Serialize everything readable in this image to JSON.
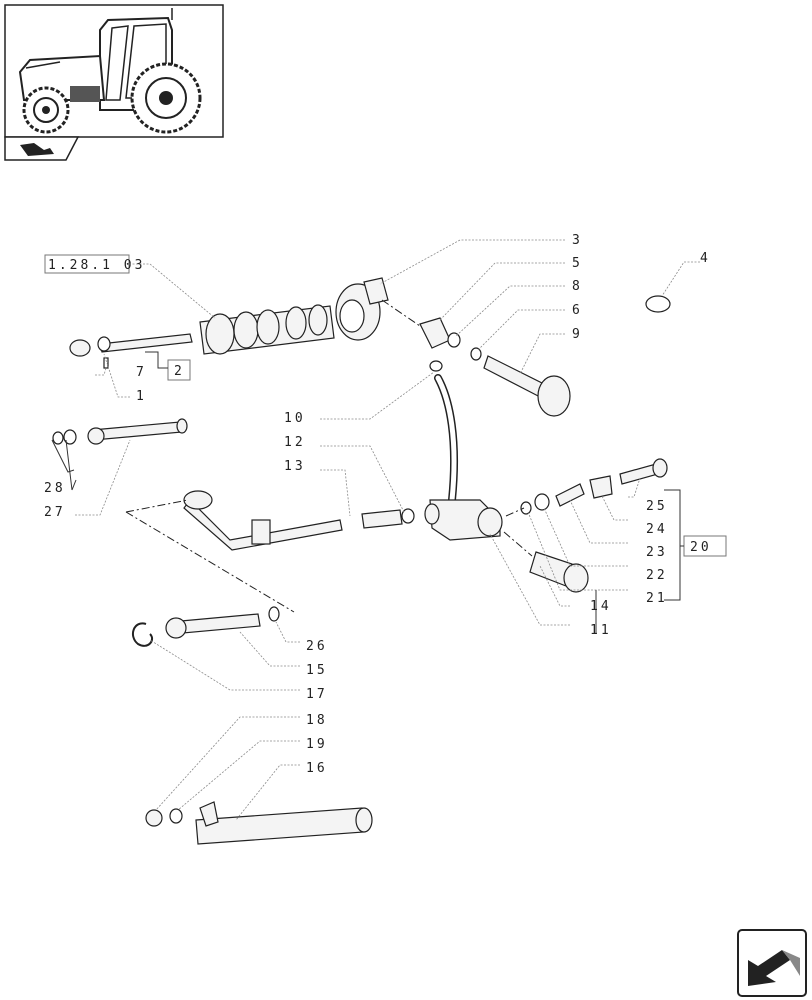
{
  "references": {
    "ref_main": "1.28.1 03",
    "ref_2": "2",
    "ref_20": "20"
  },
  "callouts": {
    "c1": "1",
    "c3": "3",
    "c4": "4",
    "c5": "5",
    "c6": "6",
    "c7": "7",
    "c8": "8",
    "c9": "9",
    "c10": "10",
    "c11": "11",
    "c12": "12",
    "c13": "13",
    "c14": "14",
    "c15": "15",
    "c16": "16",
    "c17": "17",
    "c18": "18",
    "c19": "19",
    "c21": "21",
    "c22": "22",
    "c23": "23",
    "c24": "24",
    "c25": "25",
    "c26": "26",
    "c27": "27",
    "c28": "28"
  },
  "icons": [
    "tractor-thumbnail-icon",
    "catalog-flag-icon",
    "next-page-arrow-icon"
  ]
}
